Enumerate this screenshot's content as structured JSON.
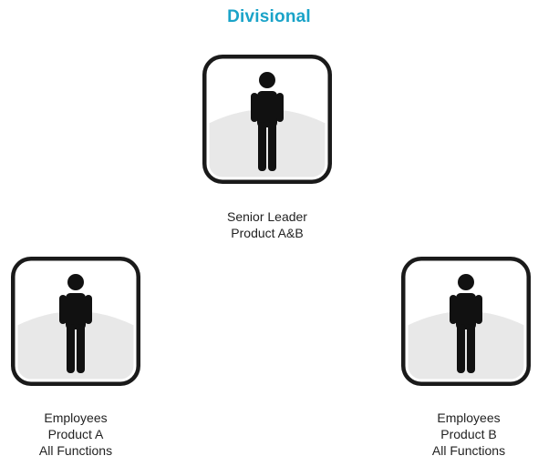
{
  "title": "Divisional",
  "nodes": [
    {
      "id": "senior-leader",
      "icon": "person-icon",
      "label_lines": [
        "Senior Leader",
        "Product A&B"
      ]
    },
    {
      "id": "employees-a",
      "icon": "person-icon",
      "label_lines": [
        "Employees",
        "Product A",
        "All Functions"
      ]
    },
    {
      "id": "employees-b",
      "icon": "person-icon",
      "label_lines": [
        "Employees",
        "Product B",
        "All Functions"
      ]
    }
  ],
  "colors": {
    "title": "#1aa3c8",
    "card_border": "#1a1a1a",
    "card_ground": "#e8e8e8",
    "figure": "#111111"
  }
}
